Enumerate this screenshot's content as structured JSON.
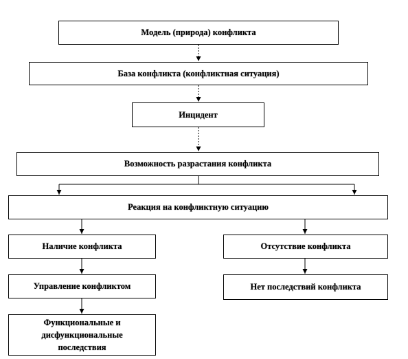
{
  "nodes": {
    "model": "Модель (природа) конфликта",
    "base": "База конфликта (конфликтная  ситуация)",
    "incident": "Инцидент",
    "growth": "Возможность разрастания конфликта",
    "reaction": "Реакция на конфликтную  ситуацию",
    "presence": "Наличие конфликта",
    "absence": "Отсутствие конфликта",
    "management": "Управление конфликтом",
    "no_consequences": "Нет последствий конфликта",
    "functional": "Функциональные и дисфункциональные последствия"
  },
  "colors": {
    "line": "#000000",
    "box_fill": "#ffffff"
  }
}
